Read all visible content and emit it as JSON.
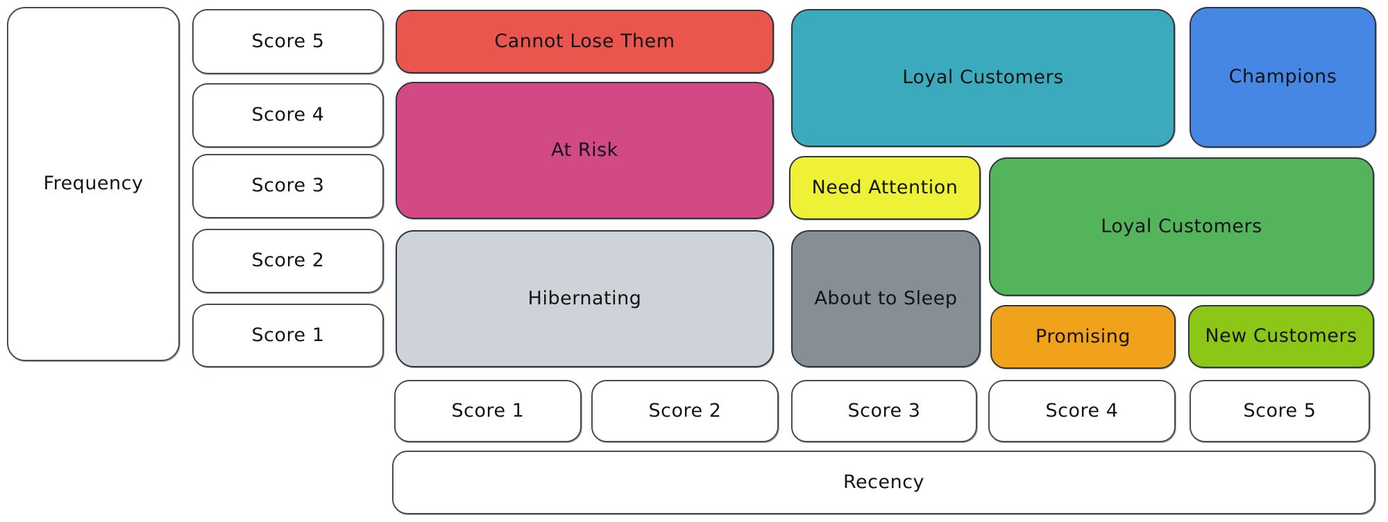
{
  "axes": {
    "frequency": {
      "label": "Frequency",
      "scores": [
        "Score 5",
        "Score 4",
        "Score 3",
        "Score 2",
        "Score 1"
      ]
    },
    "recency": {
      "label": "Recency",
      "scores": [
        "Score 1",
        "Score 2",
        "Score 3",
        "Score 4",
        "Score 5"
      ]
    }
  },
  "segments": {
    "cannot_lose_them": {
      "label": "Cannot Lose Them",
      "color": "#ea554d"
    },
    "at_risk": {
      "label": "At Risk",
      "color": "#d14a85"
    },
    "hibernating": {
      "label": "Hibernating",
      "color": "#ced3da"
    },
    "loyal_customers_top": {
      "label": "Loyal Customers",
      "color": "#3aaabc"
    },
    "champions": {
      "label": "Champions",
      "color": "#4687e6"
    },
    "need_attention": {
      "label": "Need Attention",
      "color": "#eff136"
    },
    "about_to_sleep": {
      "label": "About to Sleep",
      "color": "#868e96"
    },
    "loyal_customers_right": {
      "label": "Loyal Customers",
      "color": "#53b45b"
    },
    "promising": {
      "label": "Promising",
      "color": "#f0a21b"
    },
    "new_customers": {
      "label": "New Customers",
      "color": "#8cc616"
    }
  },
  "colors": {
    "background": "#ffffff",
    "stroke": "#33393f",
    "text": "#141414"
  }
}
